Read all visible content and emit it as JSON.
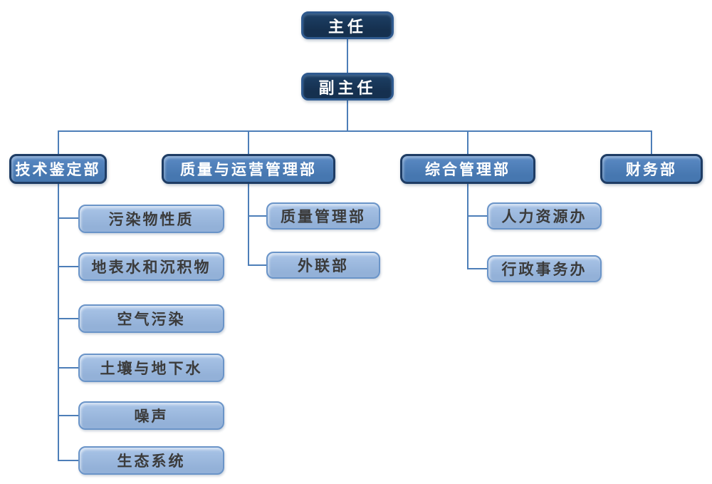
{
  "org": {
    "director": "主任",
    "deputy_director": "副主任",
    "departments": [
      {
        "label": "技术鉴定部",
        "children": [
          "污染物性质",
          "地表水和沉积物",
          "空气污染",
          "土壤与地下水",
          "噪声",
          "生态系统"
        ]
      },
      {
        "label": "质量与运营管理部",
        "children": [
          "质量管理部",
          "外联部"
        ]
      },
      {
        "label": "综合管理部",
        "children": [
          "人力资源办",
          "行政事务办"
        ]
      },
      {
        "label": "财务部",
        "children": []
      }
    ]
  },
  "colors": {
    "background": "#ffffff",
    "node_dark_fill": "#15304f",
    "node_dark_fill_top": "#1d4066",
    "node_dark_border": "#2f5a8f",
    "node_mid_fill": "#4677b0",
    "node_mid_fill_top": "#5b8ac4",
    "node_mid_border": "#1e3c64",
    "node_light_fill": "#93b1d8",
    "node_light_fill_top": "#a9c4e7",
    "node_light_border": "#6a94c8",
    "node_text_light": "#ffffff",
    "node_text_dark": "#3b3b3b",
    "connector_color": "#4d7eb8"
  }
}
